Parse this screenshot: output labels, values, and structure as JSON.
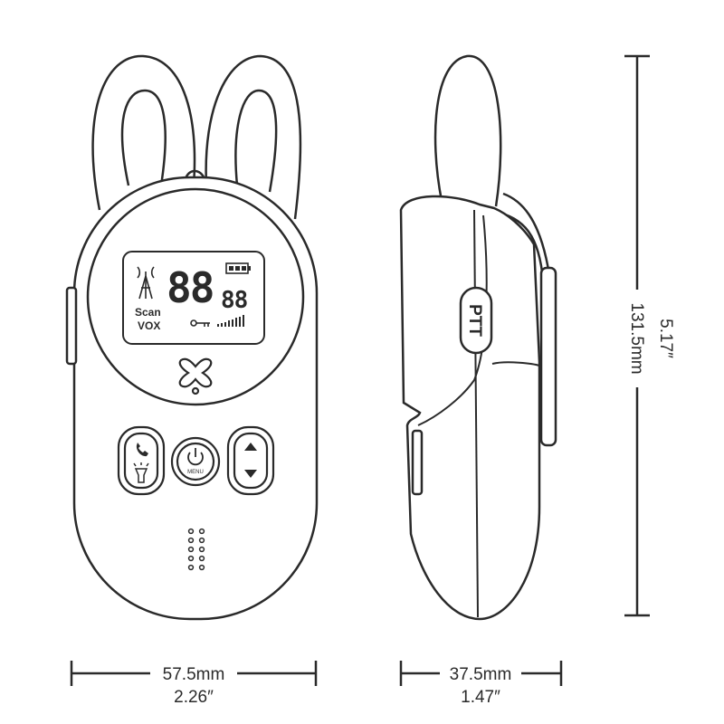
{
  "front_view": {
    "lcd": {
      "scan_label": "Scan",
      "vox_label": "VOX",
      "channel_digits": "88",
      "sub_digits": "88"
    },
    "buttons": {
      "menu_label": "MENU"
    },
    "width_mm": "57.5mm",
    "width_in": "2.26″"
  },
  "side_view": {
    "ptt_label": "PTT",
    "depth_mm": "37.5mm",
    "depth_in": "1.47″"
  },
  "height_dimension": {
    "mm": "131.5mm",
    "in": "5.17″"
  },
  "colors": {
    "stroke": "#2a2a2a",
    "background": "#ffffff"
  }
}
